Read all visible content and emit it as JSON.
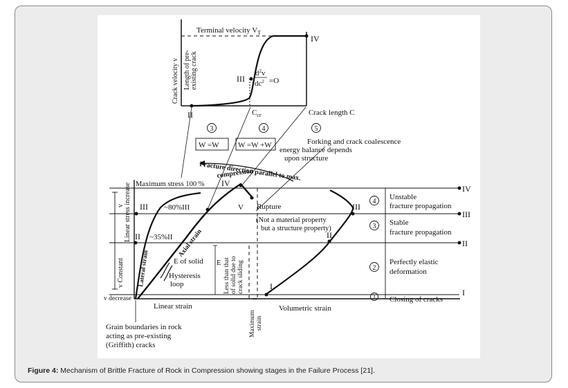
{
  "caption": {
    "label": "Figure 4:",
    "text": " Mechanism of Brittle Fracture of Rock in Compression showing stages in the Failure Process [21]."
  },
  "top_graph": {
    "terminal_velocity": "Terminal velocity V",
    "terminal_sub": "T",
    "y_axis_1": "Crack velocity  v",
    "y_axis_2": "Length of pre-",
    "y_axis_3": "existing crack",
    "point_II": "II",
    "point_III": "III",
    "point_IV": "IV",
    "inflection_eq": "=O",
    "ccr": "C",
    "ccr_sub": "cr",
    "x_axis": "Crack length C"
  },
  "stages": {
    "s3": "3",
    "s4": "4",
    "s5": "5",
    "eq3": "W =W",
    "eq4": "W =W +W",
    "forking_1": "Forking and crack coalescence",
    "forking_2": "energy balance depends",
    "forking_3": "upon structure"
  },
  "main_graph": {
    "fracture_dir_1": "Fracture direction parallel to max.",
    "fracture_dir_2": "compression",
    "max_stress": "Maximum stress 100 %",
    "IV": "IV",
    "III_left": "III",
    "pct80": "~80%III",
    "V": "V",
    "rupture": "Rupture",
    "not_material_1": "(Not a material property",
    "not_material_2": "but a structure property)",
    "II_left": "II",
    "pct35": "~35%II",
    "axial_strain": "Axial strain",
    "lateral_strain": "Lateral strain",
    "e_of_solid": "E of solid",
    "hysteresis_1": "Hysteresis",
    "hysteresis_2": "loop",
    "e_label": "E",
    "less_than_1": "Less than that",
    "less_than_2": "of solid due to",
    "less_than_3": "crack sliding",
    "y_axis_1": "Linear stress increase",
    "y_axis_2": "v  Constant",
    "v_increase": "v",
    "v_decrease": "v decrease",
    "linear_strain": "Linear strain",
    "volumetric_strain": "Volumetric strain",
    "max_strain_1": "Maximum",
    "max_strain_2": "strain",
    "III_right": "III",
    "II_right": "II",
    "I_right": "I",
    "grain_1": "Grain boundaries in rock",
    "grain_2": "acting as pre-existing",
    "grain_3": "(Griffith) cracks"
  },
  "right_legend": {
    "c4": "4",
    "c3": "3",
    "c2": "2",
    "c1": "1",
    "unstable_1": "Unstable",
    "unstable_2": "fracture propagation",
    "stable_1": "Stable",
    "stable_2": "fracture propagation",
    "elastic_1": "Perfectly elastic",
    "elastic_2": "deformation",
    "closing": "Closing of cracks",
    "IV": "IV",
    "III": "III",
    "II": "II",
    "I": "I"
  }
}
